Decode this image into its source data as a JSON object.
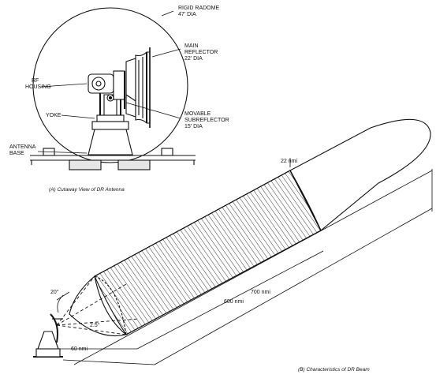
{
  "antenna_labels": {
    "radome": [
      "RIGID RADOME",
      "47' DIA"
    ],
    "main_reflector": [
      "MAIN",
      "REFLECTOR",
      "22' DIA"
    ],
    "rf_housing": [
      "RF",
      "HOUSING"
    ],
    "yoke": "YOKE",
    "subreflector": [
      "MOVABLE",
      "SUBREFLECTOR",
      "15' DIA"
    ],
    "antenna_base": [
      "ANTENNA",
      "BASE"
    ]
  },
  "captions": {
    "cutaway": "(A) Cutaway View of DR Antenna",
    "beam": "(B) Characteristics of DR Beam"
  },
  "beam_labels": {
    "width": "22 nmi",
    "angle_20": "20°",
    "angle_25": "2.5°",
    "dist_60": "60 nmi",
    "dist_600": "600 nmi",
    "dist_700": "700 nmi"
  },
  "colors": {
    "ink": "#111111",
    "paper": "#ffffff"
  }
}
